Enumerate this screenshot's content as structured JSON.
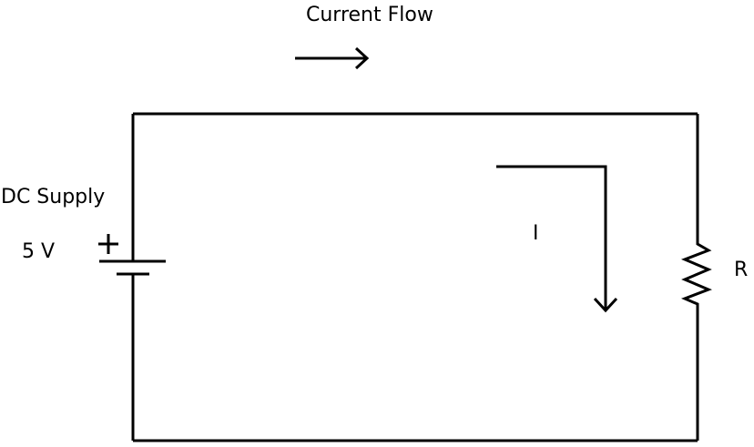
{
  "title": "Current Flow",
  "supply": {
    "label": "DC Supply",
    "voltage": "5 V",
    "polarity_symbol": "+"
  },
  "current_label": "I",
  "resistor_label": "R",
  "colors": {
    "line": "#000000",
    "background": "#ffffff"
  }
}
